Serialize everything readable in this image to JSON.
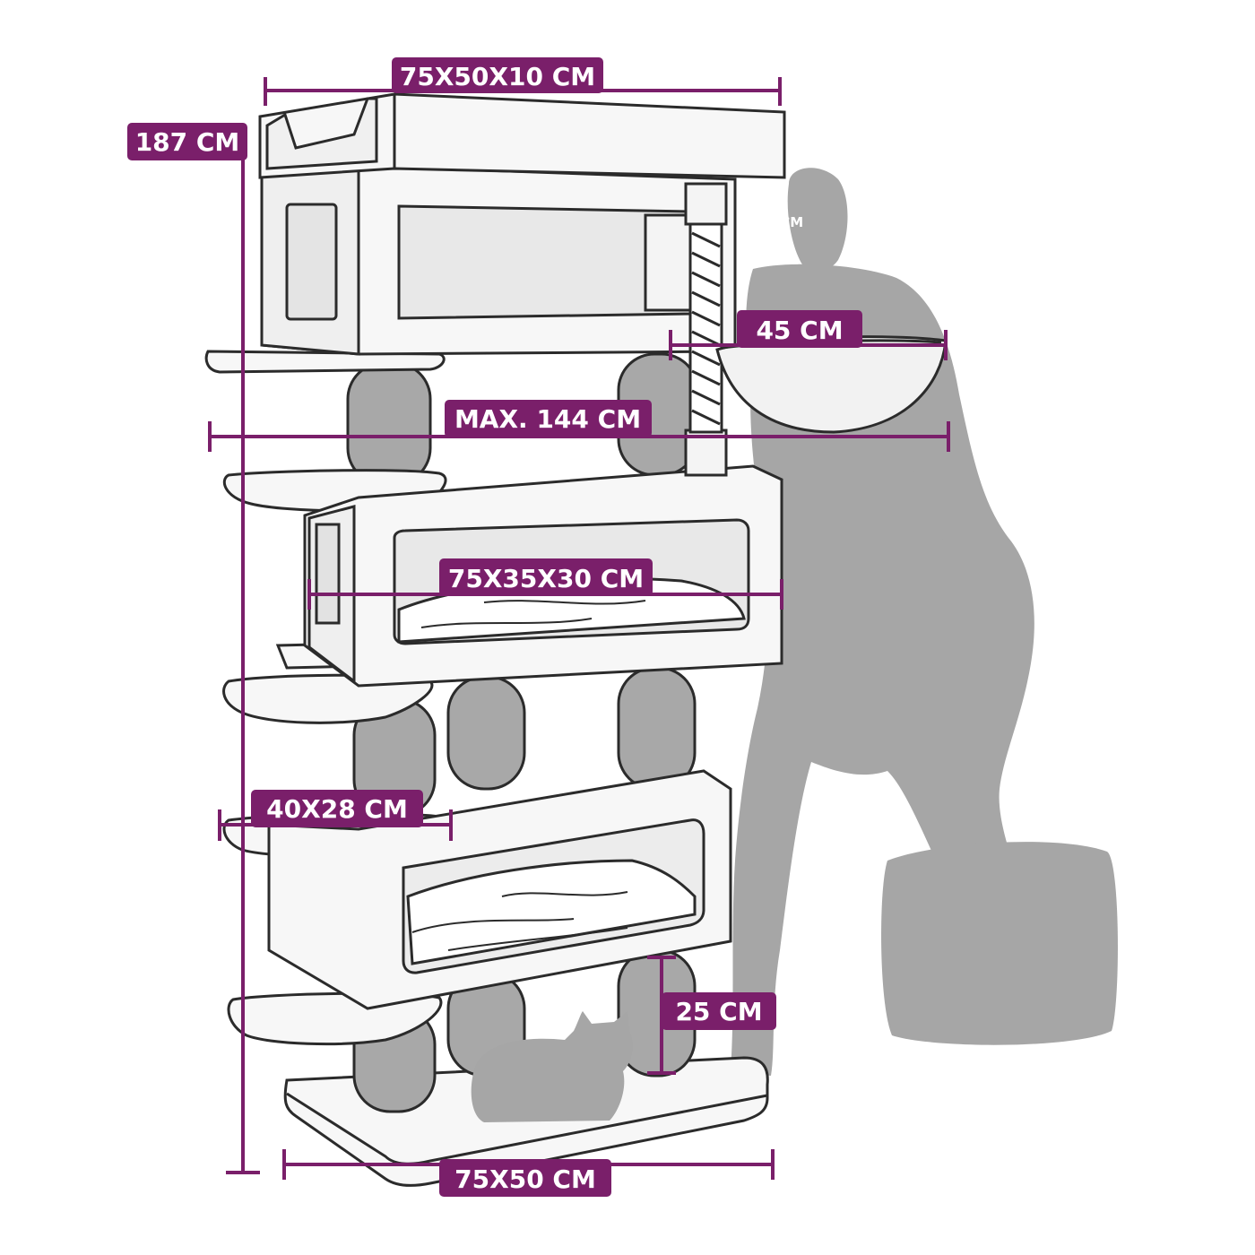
{
  "colors": {
    "accent": "#7a1f6a",
    "outline": "#2b2b2b",
    "silhouette": "#9e9e9e",
    "post": "#a9a9a9",
    "panel": "#f4f4f4",
    "window": "#e6e6e6"
  },
  "labels": {
    "top_platform": "75X50X10 CM",
    "total_height": "187 CM",
    "person_height": "180 CM",
    "hammock": "45 CM",
    "max_width": "MAX. 144 CM",
    "middle_cave": "75X35X30 CM",
    "step": "40X28 CM",
    "post_gap": "25 CM",
    "base": "75X50 CM"
  }
}
